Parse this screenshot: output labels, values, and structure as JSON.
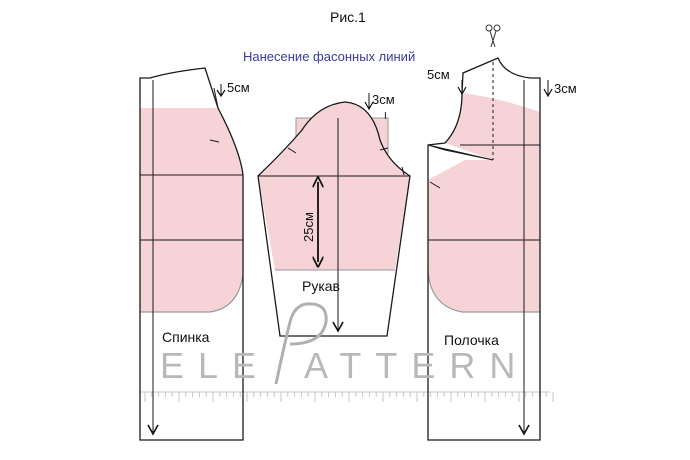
{
  "figure": {
    "title": "Рис.1",
    "subtitle": "Нанесение фасонных линий"
  },
  "labels": {
    "back_dim": "5см",
    "sleeve_dim": "3см",
    "sleeve_tick": "I",
    "sleeve_length": "25см",
    "front_dim_left": "5см",
    "front_dim_right": "3см"
  },
  "pieces": {
    "back": "Спинка",
    "sleeve": "Рукав",
    "front": "Полочка"
  },
  "watermark": {
    "left": "ELE",
    "right": "ATTERN"
  },
  "colors": {
    "fill": "#f5d3d6",
    "outline": "#1a1a1a",
    "seam": "#9a9a9a",
    "subtitle": "#3a3aa0",
    "watermark": "#b8b8b8"
  },
  "icons": {
    "scissors": "scissors-icon"
  }
}
